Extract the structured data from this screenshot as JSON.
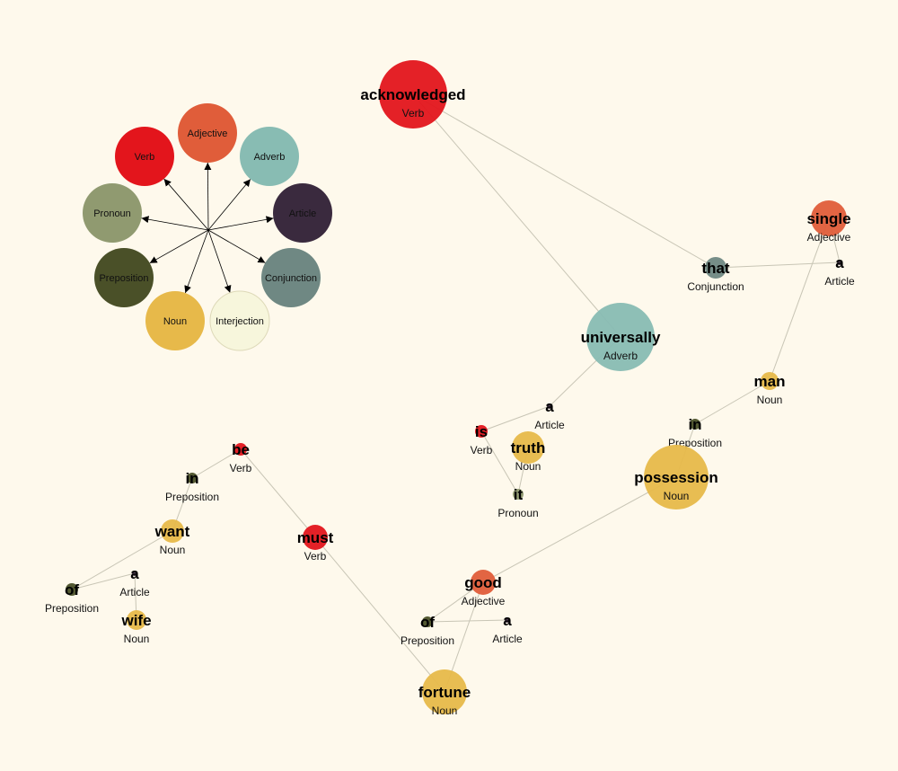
{
  "colors": {
    "background": "#fef9ec",
    "Verb": "#e3151c",
    "Adjective": "#e05d3a",
    "Adverb": "#88bcb3",
    "Article": "#3a2a3e",
    "Conjunction": "#6f8883",
    "Interjection": "#f7f6dc",
    "Noun": "#e7b94a",
    "Preposition": "#4a5028",
    "Pronoun": "#909a70"
  },
  "legend": [
    "Adjective",
    "Adverb",
    "Article",
    "Conjunction",
    "Interjection",
    "Noun",
    "Preposition",
    "Pronoun",
    "Verb"
  ],
  "nodes": [
    {
      "id": "acknowledged",
      "word": "acknowledged",
      "pos": "Verb"
    },
    {
      "id": "universally",
      "word": "universally",
      "pos": "Adverb"
    },
    {
      "id": "that",
      "word": "that",
      "pos": "Conjunction"
    },
    {
      "id": "a1",
      "word": "a",
      "pos": "Article"
    },
    {
      "id": "single",
      "word": "single",
      "pos": "Adjective"
    },
    {
      "id": "man",
      "word": "man",
      "pos": "Noun"
    },
    {
      "id": "in1",
      "word": "in",
      "pos": "Preposition"
    },
    {
      "id": "possession",
      "word": "possession",
      "pos": "Noun"
    },
    {
      "id": "good",
      "word": "good",
      "pos": "Adjective"
    },
    {
      "id": "of2",
      "word": "of",
      "pos": "Preposition"
    },
    {
      "id": "a2",
      "word": "a",
      "pos": "Article"
    },
    {
      "id": "fortune",
      "word": "fortune",
      "pos": "Noun"
    },
    {
      "id": "must",
      "word": "must",
      "pos": "Verb"
    },
    {
      "id": "be",
      "word": "be",
      "pos": "Verb"
    },
    {
      "id": "in2",
      "word": "in",
      "pos": "Preposition"
    },
    {
      "id": "want",
      "word": "want",
      "pos": "Noun"
    },
    {
      "id": "of3",
      "word": "of",
      "pos": "Preposition"
    },
    {
      "id": "a3",
      "word": "a",
      "pos": "Article"
    },
    {
      "id": "wife",
      "word": "wife",
      "pos": "Noun"
    },
    {
      "id": "a4",
      "word": "a",
      "pos": "Article"
    },
    {
      "id": "is",
      "word": "is",
      "pos": "Verb"
    },
    {
      "id": "truth",
      "word": "truth",
      "pos": "Noun"
    },
    {
      "id": "it",
      "word": "it",
      "pos": "Pronoun"
    }
  ],
  "edges": [
    [
      "acknowledged",
      "universally"
    ],
    [
      "acknowledged",
      "that"
    ],
    [
      "that",
      "a1"
    ],
    [
      "a1",
      "single"
    ],
    [
      "single",
      "man"
    ],
    [
      "man",
      "in1"
    ],
    [
      "in1",
      "possession"
    ],
    [
      "possession",
      "good"
    ],
    [
      "good",
      "of2"
    ],
    [
      "of2",
      "a2"
    ],
    [
      "good",
      "fortune"
    ],
    [
      "fortune",
      "must"
    ],
    [
      "must",
      "be"
    ],
    [
      "be",
      "in2"
    ],
    [
      "in2",
      "want"
    ],
    [
      "want",
      "of3"
    ],
    [
      "of3",
      "a3"
    ],
    [
      "a3",
      "wife"
    ],
    [
      "universally",
      "a4"
    ],
    [
      "a4",
      "is"
    ],
    [
      "is",
      "it"
    ],
    [
      "it",
      "truth"
    ]
  ]
}
